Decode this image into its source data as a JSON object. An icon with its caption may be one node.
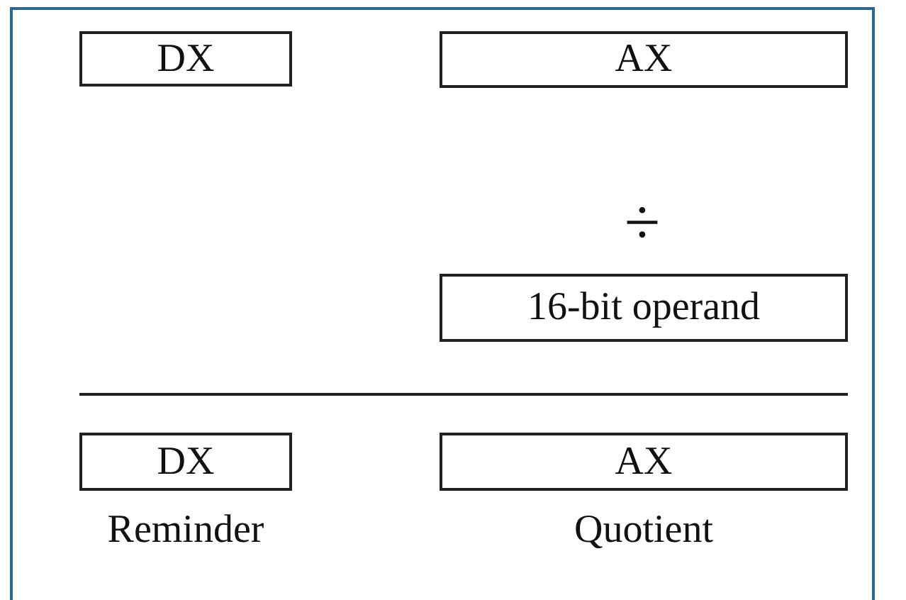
{
  "diagram": {
    "nodes": [
      {
        "text": [
          "DX"
        ]
      },
      {
        "text": [
          "AX"
        ]
      },
      {
        "text": [
          "16-bit operand"
        ]
      },
      {
        "text": [
          "DX"
        ],
        "beside": [
          "Reminder"
        ]
      },
      {
        "text": [
          "AX"
        ],
        "beside": [
          "Quotient"
        ]
      }
    ],
    "labels": [
      "÷"
    ]
  }
}
